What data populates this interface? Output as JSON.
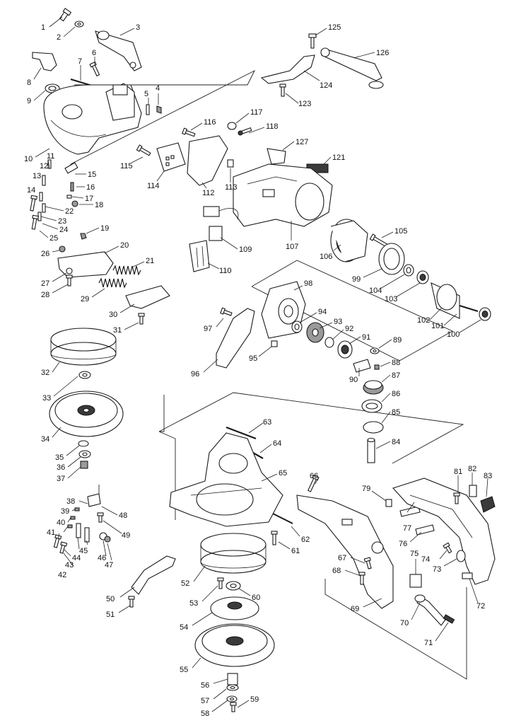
{
  "labels": [
    "1",
    "2",
    "3",
    "4",
    "5",
    "6",
    "7",
    "8",
    "9",
    "10",
    "11",
    "12",
    "13",
    "14",
    "15",
    "16",
    "17",
    "18",
    "19",
    "20",
    "21",
    "22",
    "23",
    "24",
    "25",
    "26",
    "27",
    "28",
    "29",
    "30",
    "31",
    "32",
    "33",
    "34",
    "35",
    "36",
    "37",
    "38",
    "39",
    "40",
    "41",
    "42",
    "43",
    "44",
    "45",
    "46",
    "47",
    "48",
    "49",
    "50",
    "51",
    "52",
    "53",
    "54",
    "55",
    "56",
    "57",
    "58",
    "59",
    "60",
    "61",
    "62",
    "63",
    "64",
    "65",
    "66",
    "67",
    "68",
    "69",
    "70",
    "71",
    "72",
    "73",
    "74",
    "75",
    "76",
    "77",
    "79",
    "81",
    "82",
    "83",
    "84",
    "85",
    "86",
    "87",
    "88",
    "89",
    "90",
    "91",
    "92",
    "93",
    "94",
    "95",
    "96",
    "97",
    "98",
    "99",
    "100",
    "101",
    "102",
    "103",
    "104",
    "105",
    "106",
    "107",
    "109",
    "110",
    "112",
    "113",
    "114",
    "115",
    "116",
    "117",
    "118",
    "121",
    "123",
    "124",
    "125",
    "126",
    "127"
  ]
}
